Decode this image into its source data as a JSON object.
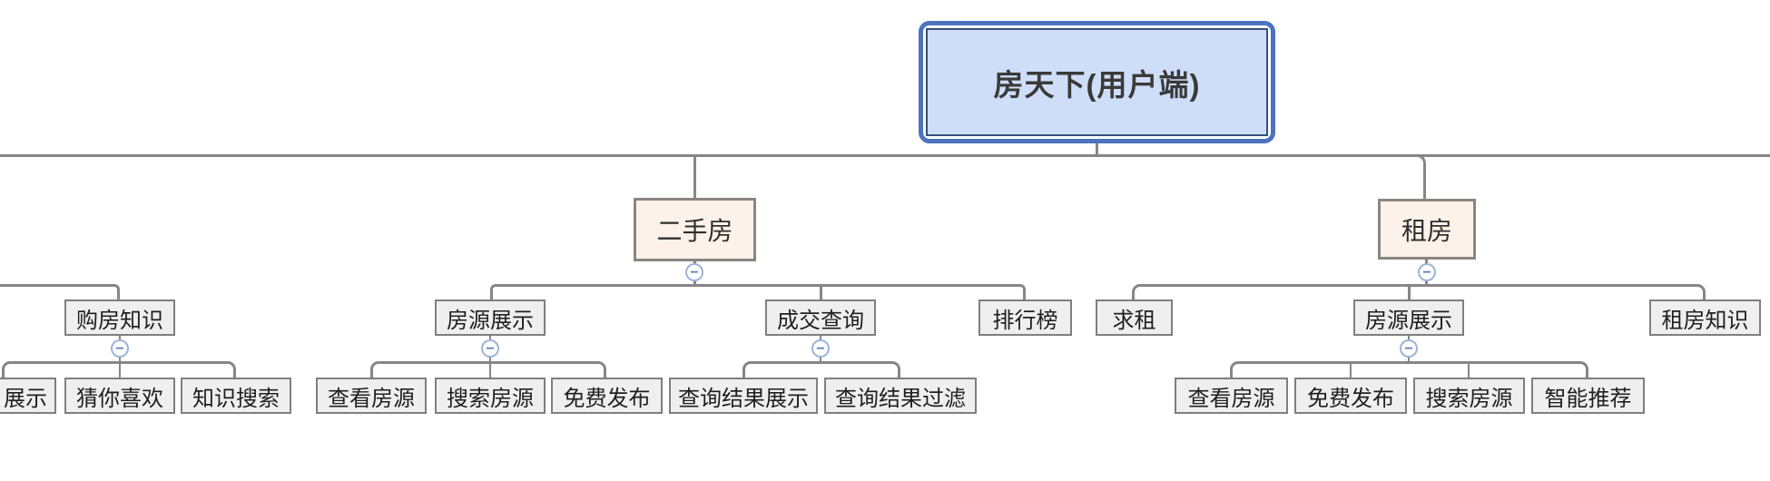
{
  "root": {
    "label": "房天下(用户端)"
  },
  "branches": [
    {
      "label": "二手房"
    },
    {
      "label": "租房"
    }
  ],
  "level2": [
    {
      "label": "购房知识"
    },
    {
      "label": "房源展示"
    },
    {
      "label": "成交查询"
    },
    {
      "label": "排行榜"
    },
    {
      "label": "求租"
    },
    {
      "label": "房源展示"
    },
    {
      "label": "租房知识"
    }
  ],
  "level3": [
    {
      "label": "展示"
    },
    {
      "label": "猜你喜欢"
    },
    {
      "label": "知识搜索"
    },
    {
      "label": "查看房源"
    },
    {
      "label": "搜索房源"
    },
    {
      "label": "免费发布"
    },
    {
      "label": "查询结果展示"
    },
    {
      "label": "查询结果过滤"
    },
    {
      "label": "查看房源"
    },
    {
      "label": "免费发布"
    },
    {
      "label": "搜索房源"
    },
    {
      "label": "智能推荐"
    }
  ],
  "collapse": {
    "symbol": "−"
  },
  "colors": {
    "connector_line": "#868686",
    "root_outer_border": "#4d72bf",
    "root_inner_border": "#33507e",
    "root_fill": "#cfdef8",
    "branch_fill": "#fdf2e9",
    "branch_border": "#8a8580",
    "topic_fill": "#efefef",
    "topic_border": "#7f7f7f",
    "collapse_border": "#9db4d9",
    "collapse_glyph": "#5f7cb5"
  }
}
